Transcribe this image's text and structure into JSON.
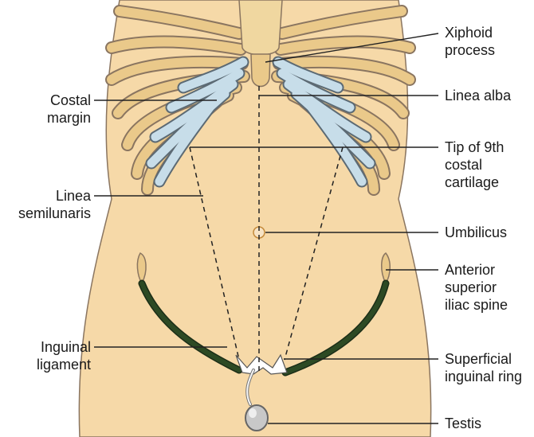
{
  "colors": {
    "skin": "#f6d9a8",
    "skin_outline": "#8a7560",
    "rib": "#eac98a",
    "cartilage": "#c7dde9",
    "ligament": "#2d4a24",
    "line": "#222222"
  },
  "labels": {
    "xiphoid": [
      "Xiphoid",
      "process"
    ],
    "linea_alba": [
      "Linea alba"
    ],
    "tip_9th": [
      "Tip of 9th",
      "costal",
      "cartilage"
    ],
    "umbilicus": [
      "Umbilicus"
    ],
    "asis": [
      "Anterior",
      "superior",
      "iliac spine"
    ],
    "superficial_ring": [
      "Superficial",
      "inguinal ring"
    ],
    "testis": [
      "Testis"
    ],
    "costal_margin": [
      "Costal",
      "margin"
    ],
    "linea_semilunaris": [
      "Linea",
      "semilunaris"
    ],
    "inguinal_ligament": [
      "Inguinal",
      "ligament"
    ]
  }
}
